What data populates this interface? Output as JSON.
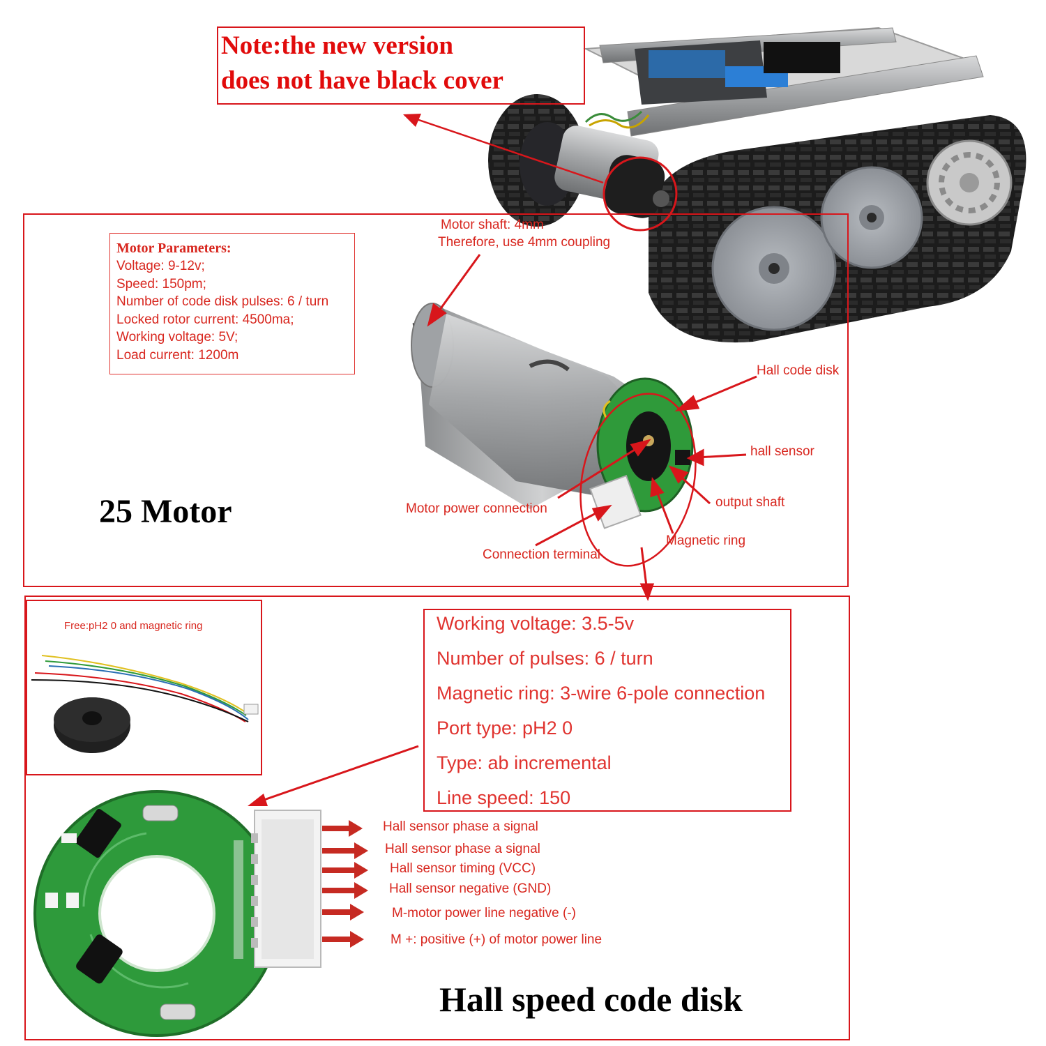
{
  "note": {
    "line1": "Note:the new version",
    "line2": "does not have black cover"
  },
  "motor_section": {
    "title": "25 Motor",
    "parameters_title": "Motor Parameters:",
    "parameters": [
      "Voltage: 9-12v;",
      "Speed: 150pm;",
      "Number of code disk pulses: 6 / turn",
      "Locked rotor current: 4500ma;",
      "Working voltage: 5V;",
      "Load current: 1200m"
    ],
    "shaft_line1": "Motor shaft: 4mm",
    "shaft_line2": "Therefore, use 4mm coupling",
    "labels": {
      "hall_code_disk": "Hall code disk",
      "hall_sensor": "hall sensor",
      "output_shaft": "output shaft",
      "magnetic_ring": "Magnetic ring",
      "motor_power_connection": "Motor power connection",
      "connection_terminal": "Connection terminal"
    }
  },
  "disk_section": {
    "title": "Hall speed code disk",
    "free_label": "Free:pH2 0 and magnetic ring",
    "specs": [
      "Working voltage: 3.5-5v",
      "Number of pulses: 6 / turn",
      "Magnetic ring: 3-wire 6-pole connection",
      "Port type: pH2 0",
      "Type: ab incremental",
      "Line speed: 150"
    ],
    "pins": [
      "Hall sensor phase a signal",
      "Hall sensor phase a signal",
      "Hall sensor timing (VCC)",
      "Hall sensor negative (GND)",
      "M-motor power line negative (-)",
      "M +: positive (+) of motor power line"
    ]
  },
  "colors": {
    "accent_red": "#d8161b",
    "pcb_green": "#2f9a3a",
    "metal": "#a9abad",
    "track": "#1b1b1b"
  }
}
